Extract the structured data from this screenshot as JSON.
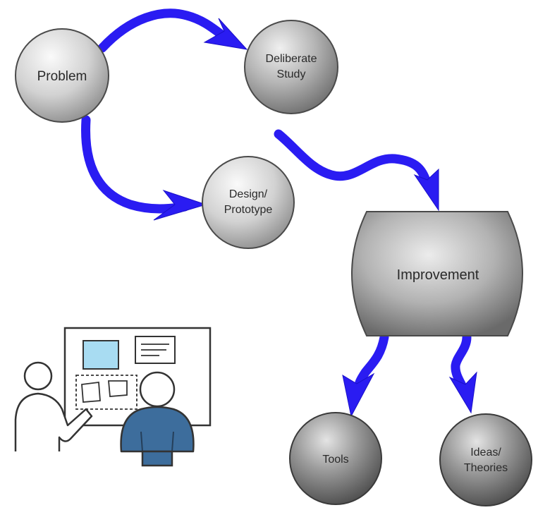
{
  "nodes": {
    "problem": "Problem",
    "deliberate_study": [
      "Deliberate",
      "Study"
    ],
    "design_prototype": [
      "Design/",
      "Prototype"
    ],
    "improvement": "Improvement",
    "tools": "Tools",
    "ideas_theories": [
      "Ideas/",
      "Theories"
    ]
  },
  "colors": {
    "arrow": "#2a1cf2",
    "node_light": "#e6e6e6",
    "node_dark": "#5a5a5a",
    "person_shirt": "#3d6d9c",
    "board_card": "#a8dcf2"
  },
  "icons": {
    "illustration": "people-at-whiteboard-icon"
  }
}
